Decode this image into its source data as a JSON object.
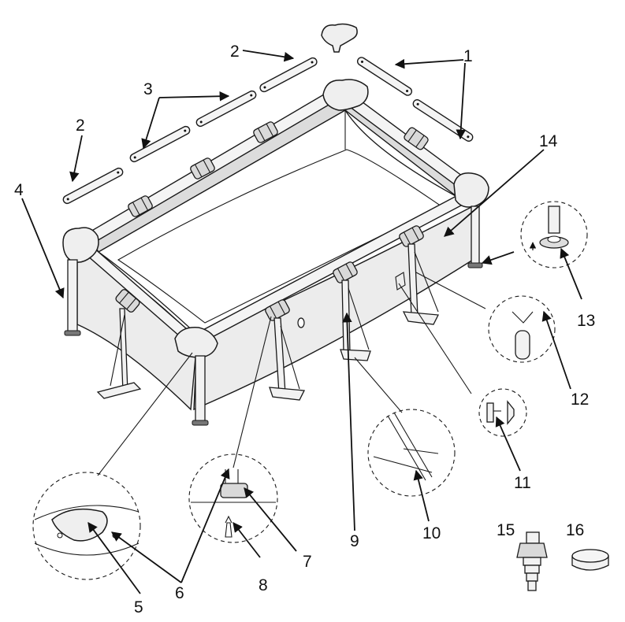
{
  "diagram": {
    "labels": {
      "l1": "1",
      "l2a": "2",
      "l2b": "2",
      "l3": "3",
      "l4": "4",
      "l5": "5",
      "l6": "6",
      "l7": "7",
      "l8": "8",
      "l9": "9",
      "l10": "10",
      "l11": "11",
      "l12": "12",
      "l13": "13",
      "l14": "14",
      "l15": "15",
      "l16": "16"
    }
  }
}
